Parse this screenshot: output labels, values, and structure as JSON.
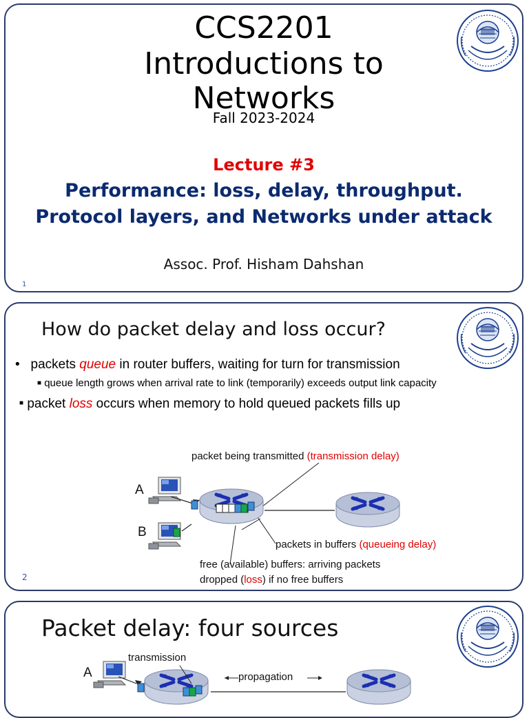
{
  "slide1": {
    "title_line1": "CCS2201",
    "title_line2": "Introductions to",
    "title_line3": "Networks",
    "term": "Fall 2023-2024",
    "lecture": "Lecture #3",
    "subtitle_line1": "Performance: loss, delay, throughput.",
    "subtitle_line2": "Protocol layers, and Networks under attack",
    "author": "Assoc. Prof. Hisham Dahshan",
    "page_number": "1"
  },
  "slide2": {
    "title": "How do packet delay and loss occur?",
    "bullet1_pre": "packets ",
    "bullet1_em": "queue",
    "bullet1_post": " in router buffers, waiting for turn for transmission",
    "sub_bullet": "queue length grows when arrival rate to link (temporarily) exceeds output link capacity",
    "bullet2_pre": "packet ",
    "bullet2_em": "loss",
    "bullet2_post": " occurs when memory to hold queued packets fills up",
    "diagram": {
      "label_tx": "packet being transmitted ",
      "label_tx_red": "(transmission delay)",
      "host_a": "A",
      "host_b": "B",
      "label_buf": "packets in buffers ",
      "label_buf_red": "(queueing delay)",
      "label_free1": "free (available) buffers: arriving packets",
      "label_free2_pre": "dropped (",
      "label_free2_red": "loss",
      "label_free2_post": ") if no free buffers"
    },
    "page_number": "2"
  },
  "slide3": {
    "title": "Packet delay: four sources",
    "label_transmission": "transmission",
    "label_propagation": "propagation",
    "host_a": "A"
  },
  "colors": {
    "border": "#2b3a6b",
    "red": "#e00000",
    "navy": "#0b2a6f",
    "router_top": "#b5bfd6",
    "packet_blue": "#3f8fd6",
    "packet_green": "#19a64a"
  }
}
